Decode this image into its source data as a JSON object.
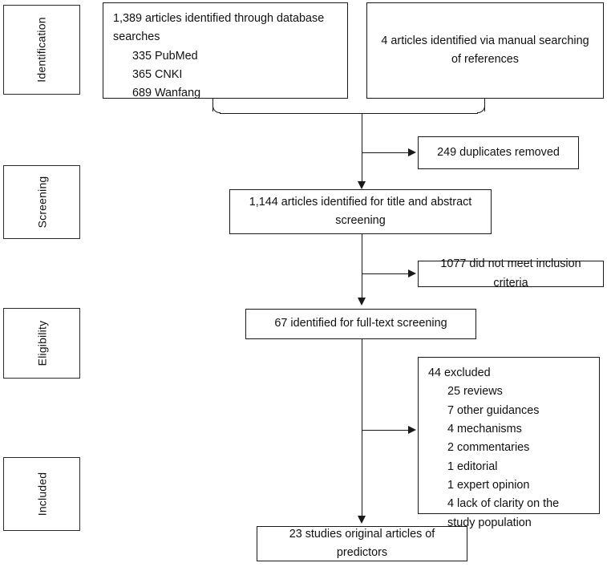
{
  "diagram": {
    "type": "prisma-flow-diagram",
    "stages": [
      {
        "key": "identification",
        "label": "Identification"
      },
      {
        "key": "screening",
        "label": "Screening"
      },
      {
        "key": "eligibility",
        "label": "Eligibility"
      },
      {
        "key": "included",
        "label": "Included"
      }
    ],
    "nodes": {
      "database_search": {
        "title": "1,389 articles identified through database searches",
        "sources": [
          "335 PubMed",
          "365 CNKI",
          "689 Wanfang"
        ]
      },
      "manual_search": {
        "title": "4 articles identified via manual searching of references"
      },
      "duplicates_removed": {
        "title": "249 duplicates removed"
      },
      "title_abstract_screening": {
        "title": "1,144 articles identified for title and abstract screening"
      },
      "not_meet_criteria": {
        "title": "1077 did not meet inclusion criteria"
      },
      "full_text_screening": {
        "title": "67 identified for full-text screening"
      },
      "excluded": {
        "title": "44 excluded",
        "reasons": [
          "25 reviews",
          "7 other guidances",
          "4 mechanisms",
          "2 commentaries",
          "1 editorial",
          "1 expert opinion",
          "4 lack of clarity on the study population"
        ]
      },
      "included_studies": {
        "title": "23 studies original articles of predictors"
      }
    },
    "colors": {
      "line": "#1a1a1a",
      "box_border": "#1a1a1a",
      "background": "#ffffff",
      "text": "#111111"
    }
  }
}
